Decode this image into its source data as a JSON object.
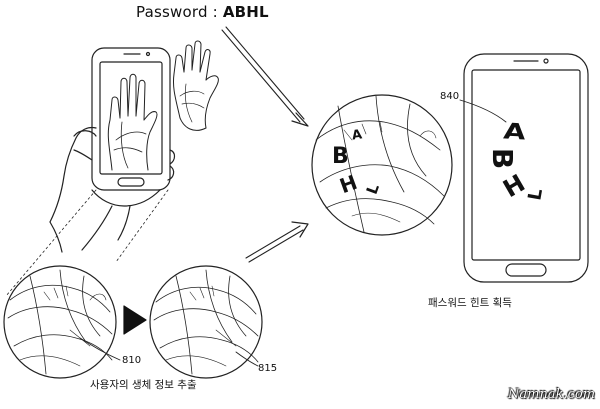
{
  "password": {
    "label": "Password :",
    "value": "ABHL"
  },
  "refs": {
    "hint_marks": "840",
    "bio_info_left": "810",
    "bio_info_right": "815"
  },
  "captions": {
    "extract": "사용자의 생체 정보 추출",
    "hint": "패스워드 힌트 획득"
  },
  "magnified_palm_letters": [
    "A",
    "B",
    "H",
    "L"
  ],
  "phone_screen_letters": [
    "A",
    "B",
    "H",
    "L"
  ],
  "watermark": "Namnak.com"
}
